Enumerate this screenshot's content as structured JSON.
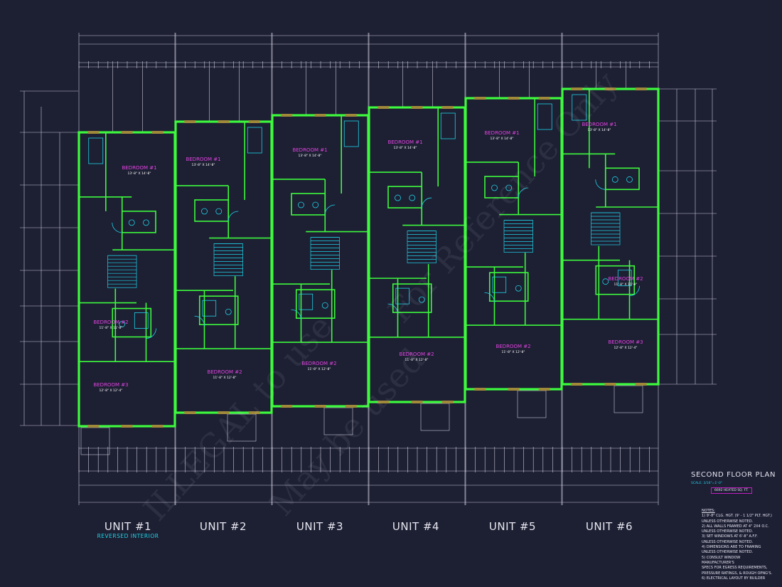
{
  "sheet": {
    "title": "SECOND FLOOR PLAN",
    "scale": "SCALE: 3/16\"=1'-0\"",
    "area": "6692 HEATED SQ. FT."
  },
  "units": [
    {
      "label": "UNIT #1",
      "subtitle": "REVERSED INTERIOR"
    },
    {
      "label": "UNIT #2"
    },
    {
      "label": "UNIT #3"
    },
    {
      "label": "UNIT #4"
    },
    {
      "label": "UNIT #5"
    },
    {
      "label": "UNIT #6"
    }
  ],
  "rooms": {
    "u1": [
      {
        "name": "BEDROOM #1",
        "size": "13'-8\" X 14'-8\""
      },
      {
        "name": "BEDROOM #2",
        "size": "11'-8\" X 11'-8\""
      },
      {
        "name": "BEDROOM #3",
        "size": "12'-8\" X 12'-4\""
      }
    ],
    "u2": [
      {
        "name": "BEDROOM #1",
        "size": "13'-8\" X 14'-8\""
      },
      {
        "name": "BEDROOM #2",
        "size": "11'-8\" X 12'-8\""
      }
    ],
    "u3": [
      {
        "name": "BEDROOM #1",
        "size": "13'-8\" X 14'-8\""
      },
      {
        "name": "BEDROOM #2",
        "size": "11'-8\" X 12'-8\""
      }
    ],
    "u4": [
      {
        "name": "BEDROOM #1",
        "size": "13'-8\" X 14'-8\""
      },
      {
        "name": "BEDROOM #2",
        "size": "11'-8\" X 12'-8\""
      }
    ],
    "u5": [
      {
        "name": "BEDROOM #1",
        "size": "13'-8\" X 14'-8\""
      },
      {
        "name": "BEDROOM #2",
        "size": "11'-8\" X 12'-8\""
      }
    ],
    "u6": [
      {
        "name": "BEDROOM #1",
        "size": "13'-8\" X 14'-8\""
      },
      {
        "name": "BEDROOM #2",
        "size": "11'-8\" X 11'-8\""
      },
      {
        "name": "BEDROOM #3",
        "size": "12'-8\" X 12'-4\""
      }
    ]
  },
  "notes": {
    "title": "NOTES:",
    "items": [
      "1) 9'-8\" CLG. HGT. (9' - 1 1/2\" PLT. HGT.)",
      "UNLESS OTHERWISE NOTED.",
      "2) ALL WALLS FRAMED AT 4\" 2X4 O.C.",
      "UNLESS OTHERWISE NOTED.",
      "3) SET WINDOWS AT 6'-8\" A.F.F.",
      "UNLESS OTHERWISE NOTED.",
      "4) DIMENSIONS ARE TO FRAMING",
      "UNLESS OTHERWISE NOTED.",
      "5) CONSULT WINDOW MANUFACTURER'S",
      "SPECS FOR EGRESS REQUIREMENTS,",
      "PRESSURE RATINGS, & ROUGH OPNG'S.",
      "6) ELECTRICAL LAYOUT BY BUILDER"
    ]
  },
  "watermark": {
    "lines": [
      "ILLEGAL to use",
      "May be used",
      "For Reference Only"
    ]
  },
  "colors": {
    "background": "#1d1f33",
    "walls": "#3dfa3d",
    "dimensions": "#c8c8d8",
    "fixtures": "#1fd4e6",
    "room_labels": "#e044e0",
    "windows": "#a08a3a",
    "text": "#ffffff",
    "area_box": "#c21fc2"
  }
}
